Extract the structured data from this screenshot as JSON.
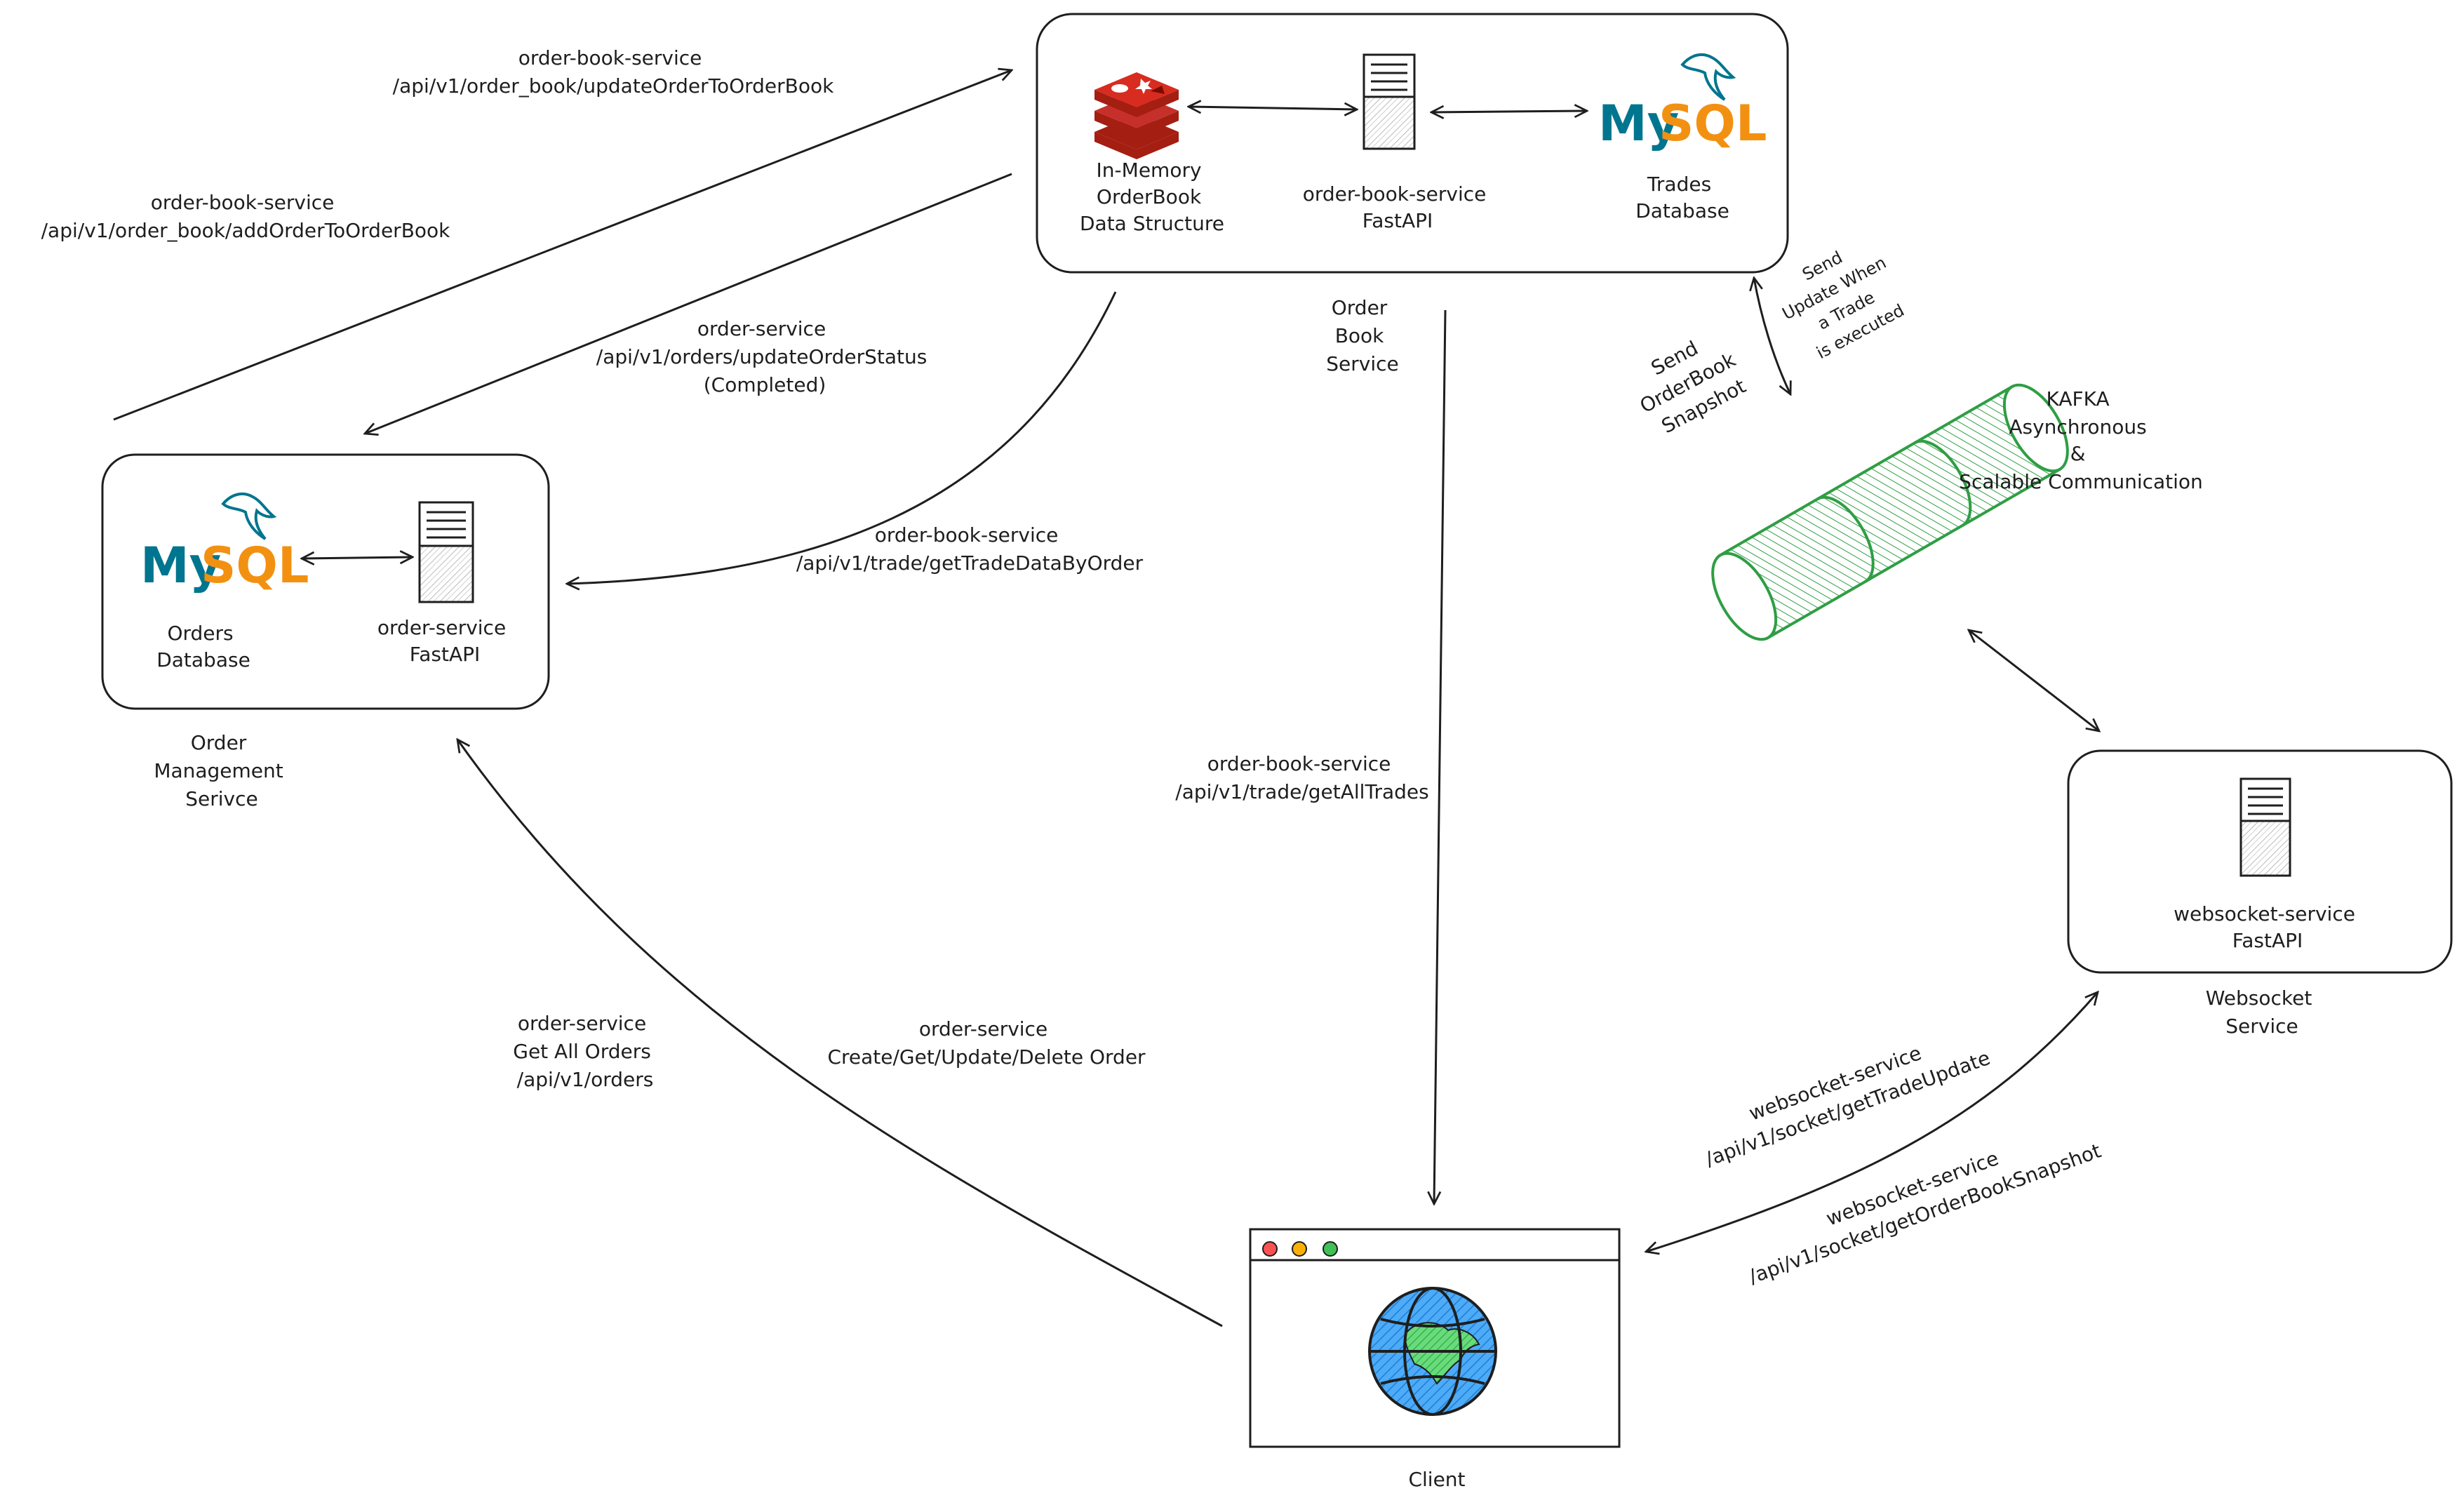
{
  "accent_colors": {
    "mysql_blue": "#00758f",
    "mysql_orange": "#f29111",
    "redis_red": "#c6302b",
    "kafka_green": "#2f9e44",
    "globe_blue": "#228be6",
    "globe_green": "#40c057"
  },
  "order_book_service": {
    "box_label": [
      "Order",
      "Book",
      "Service"
    ],
    "redis_label": [
      "In-Memory",
      "OrderBook",
      "Data Structure"
    ],
    "api_label": [
      "order-book-service",
      "FastAPI"
    ],
    "db_label": [
      "Trades",
      "Database"
    ],
    "mysql_my": "My",
    "mysql_sql": "SQL"
  },
  "order_management_service": {
    "box_label": [
      "Order",
      "Management",
      "Serivce"
    ],
    "db_label": [
      "Orders",
      "Database"
    ],
    "api_label": [
      "order-service",
      "FastAPI"
    ],
    "mysql_my": "My",
    "mysql_sql": "SQL"
  },
  "websocket_service": {
    "box_label": [
      "Websocket",
      "Service"
    ],
    "api_label": [
      "websocket-service",
      "FastAPI"
    ]
  },
  "kafka": {
    "label": [
      "KAFKA",
      "Asynchronous",
      "&",
      "Scalable Communication"
    ],
    "send_snapshot": [
      "Send",
      "OrderBook",
      "Snapshot"
    ],
    "send_trade_update": [
      "Send",
      "Update When",
      "a Trade",
      "is executed"
    ]
  },
  "client": {
    "label": "Client"
  },
  "edges": {
    "update_order_to_book": [
      "order-book-service",
      "/api/v1/order_book/updateOrderToOrderBook"
    ],
    "add_order_to_book": [
      "order-book-service",
      "/api/v1/order_book/addOrderToOrderBook"
    ],
    "update_order_status": [
      "order-service",
      "/api/v1/orders/updateOrderStatus",
      "(Completed)"
    ],
    "get_trade_by_order": [
      "order-book-service",
      "/api/v1/trade/getTradeDataByOrder"
    ],
    "get_all_trades": [
      "order-book-service",
      "/api/v1/trade/getAllTrades"
    ],
    "get_all_orders": [
      "order-service",
      "Get All Orders",
      "/api/v1/orders"
    ],
    "crud_order": [
      "order-service",
      "Create/Get/Update/Delete Order"
    ],
    "socket_trade_update": [
      "websocket-service",
      "/api/v1/socket/getTradeUpdate"
    ],
    "socket_snapshot": [
      "websocket-service",
      "/api/v1/socket/getOrderBookSnapshot"
    ]
  }
}
